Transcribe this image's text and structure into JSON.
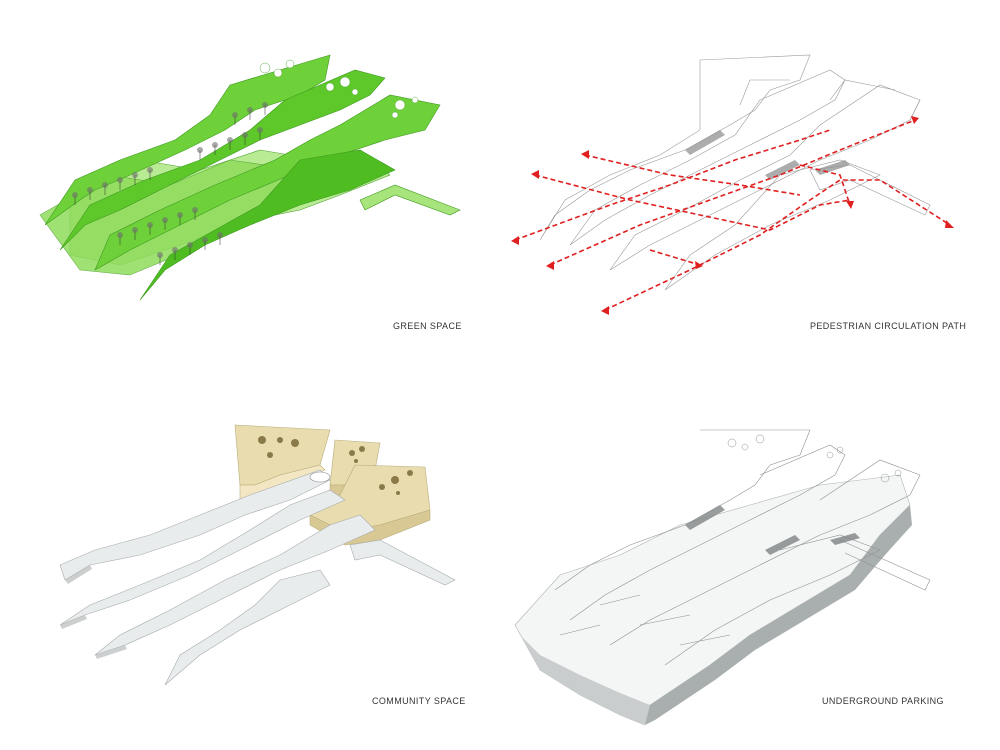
{
  "panels": [
    {
      "label": "GREEN SPACE",
      "accent": "#5ecb2a"
    },
    {
      "label": "PEDESTRIAN CIRCULATION PATH",
      "accent": "#e02020"
    },
    {
      "label": "COMMUNITY SPACE",
      "accent": "#e9dcae"
    },
    {
      "label": "UNDERGROUND PARKING",
      "accent": "#bcc0c0"
    }
  ]
}
